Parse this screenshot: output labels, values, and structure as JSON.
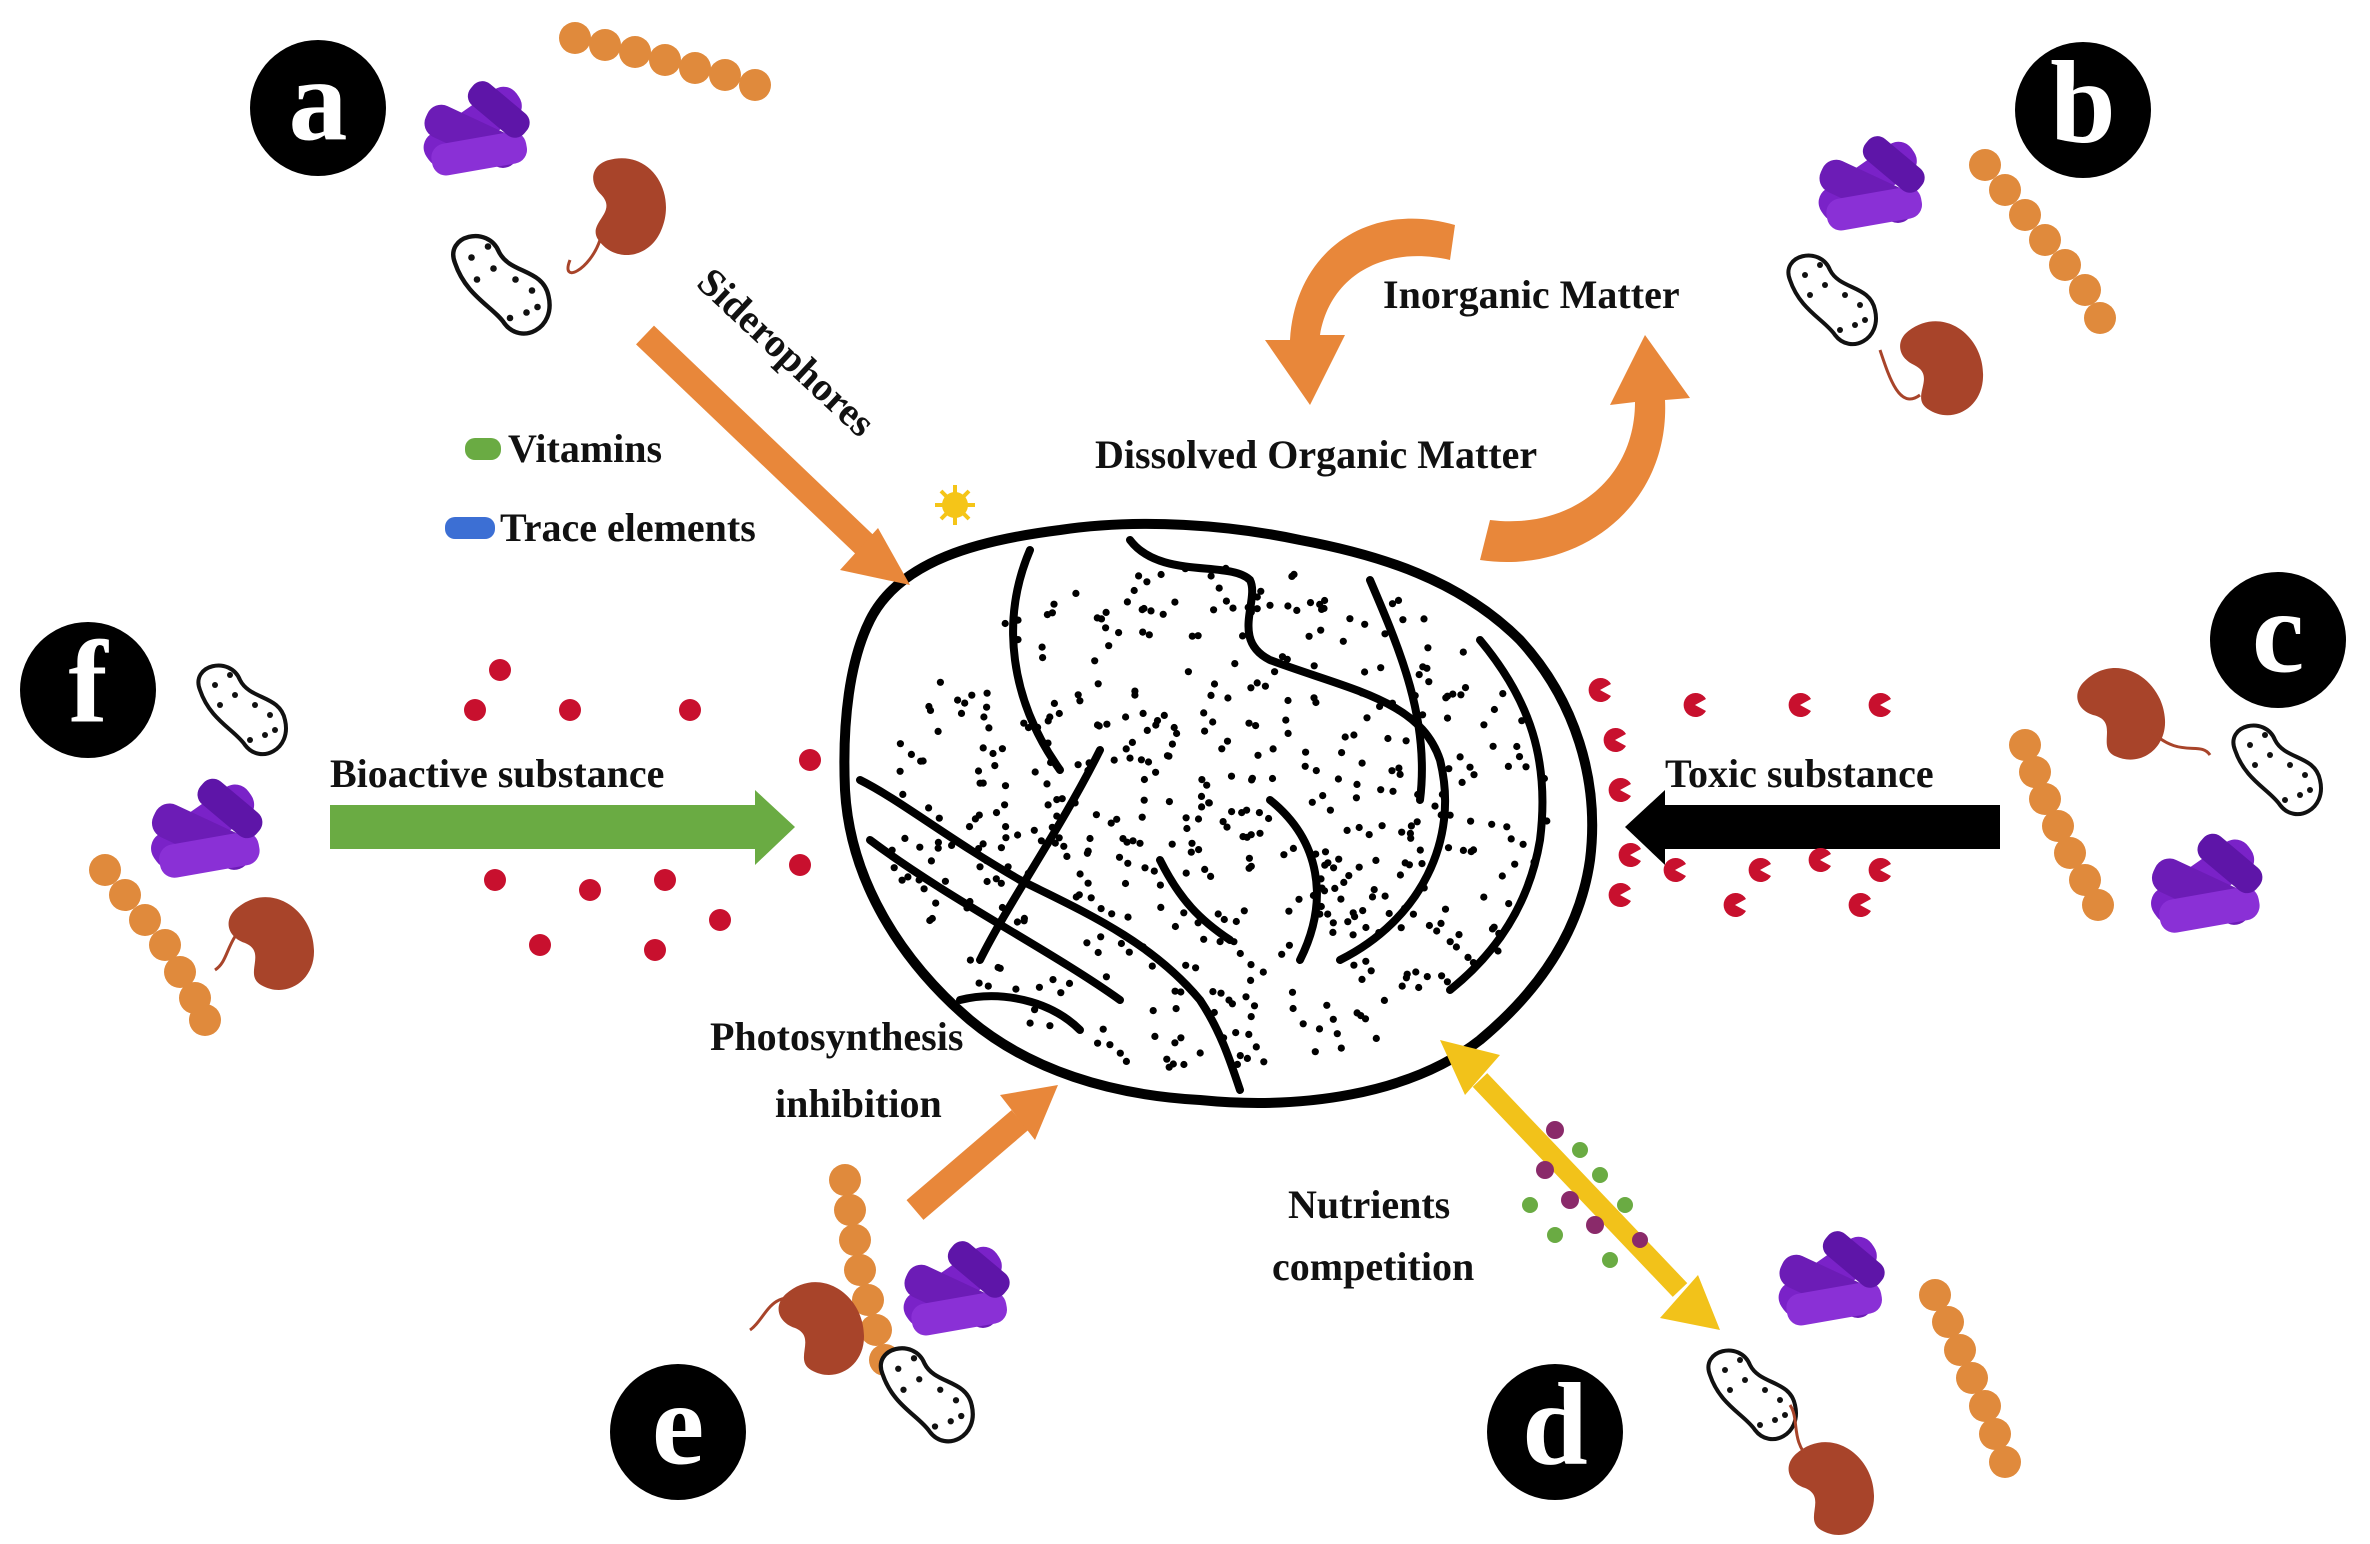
{
  "badges": {
    "a": "a",
    "b": "b",
    "c": "c",
    "d": "d",
    "e": "e",
    "f": "f"
  },
  "labels": {
    "siderophores": "Siderophores",
    "vitamins": "Vitamins",
    "trace_elements": "Trace elements",
    "inorganic_matter": "Inorganic Matter",
    "dissolved_organic_matter": "Dissolved Organic Matter",
    "bioactive_substance": "Bioactive substance",
    "toxic_substance": "Toxic substance",
    "photosynthesis_inhibition_line1": "Photosynthesis",
    "photosynthesis_inhibition_line2": "inhibition",
    "nutrients_competition_line1": "Nutrients",
    "nutrients_competition_line2": "competition"
  },
  "colors": {
    "badge": "#000000",
    "orange_arrow": "#e8873a",
    "green_arrow": "#6aab43",
    "black_arrow": "#000000",
    "yellow_arrow": "#f2c21a",
    "purple_bacteria": "#7a22c8",
    "brown_bacteria": "#a8442a",
    "chain_bead": "#e08a3c",
    "red_particle": "#c8102e",
    "vitamin_green": "#6aab43",
    "trace_blue": "#3c6fd4",
    "siderophore_yellow": "#f5c518"
  }
}
